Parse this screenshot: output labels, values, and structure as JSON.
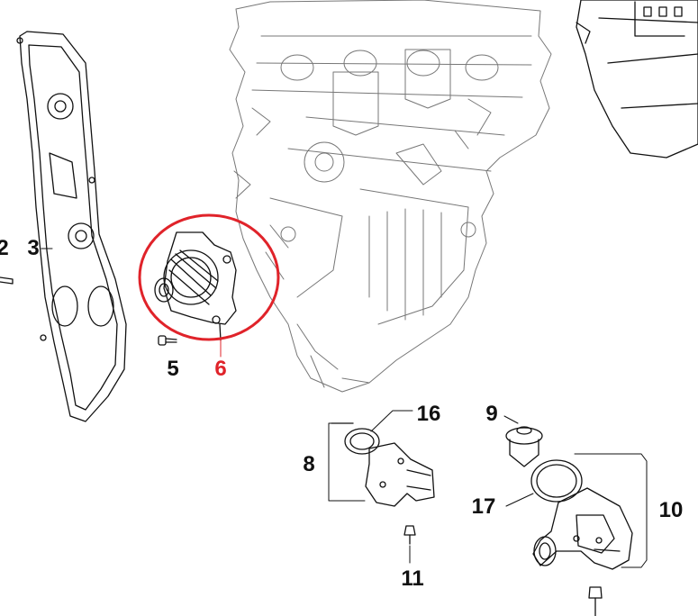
{
  "diagram": {
    "type": "exploded-parts-diagram",
    "highlight_color": "#e0232a",
    "line_color": "#111111",
    "parts": [
      {
        "label": "2",
        "name": "bolt"
      },
      {
        "label": "3",
        "name": "timing-belt-cover"
      },
      {
        "label": "5",
        "name": "water-pump-bolt"
      },
      {
        "label": "6",
        "name": "water-pump",
        "highlighted": true
      },
      {
        "label": "8",
        "name": "coolant-outlet-assembly"
      },
      {
        "label": "9",
        "name": "thermostat"
      },
      {
        "label": "10",
        "name": "thermostat-housing-assembly"
      },
      {
        "label": "11",
        "name": "housing-bolt"
      },
      {
        "label": "16",
        "name": "o-ring-seal"
      },
      {
        "label": "17",
        "name": "thermostat-gasket"
      }
    ]
  }
}
